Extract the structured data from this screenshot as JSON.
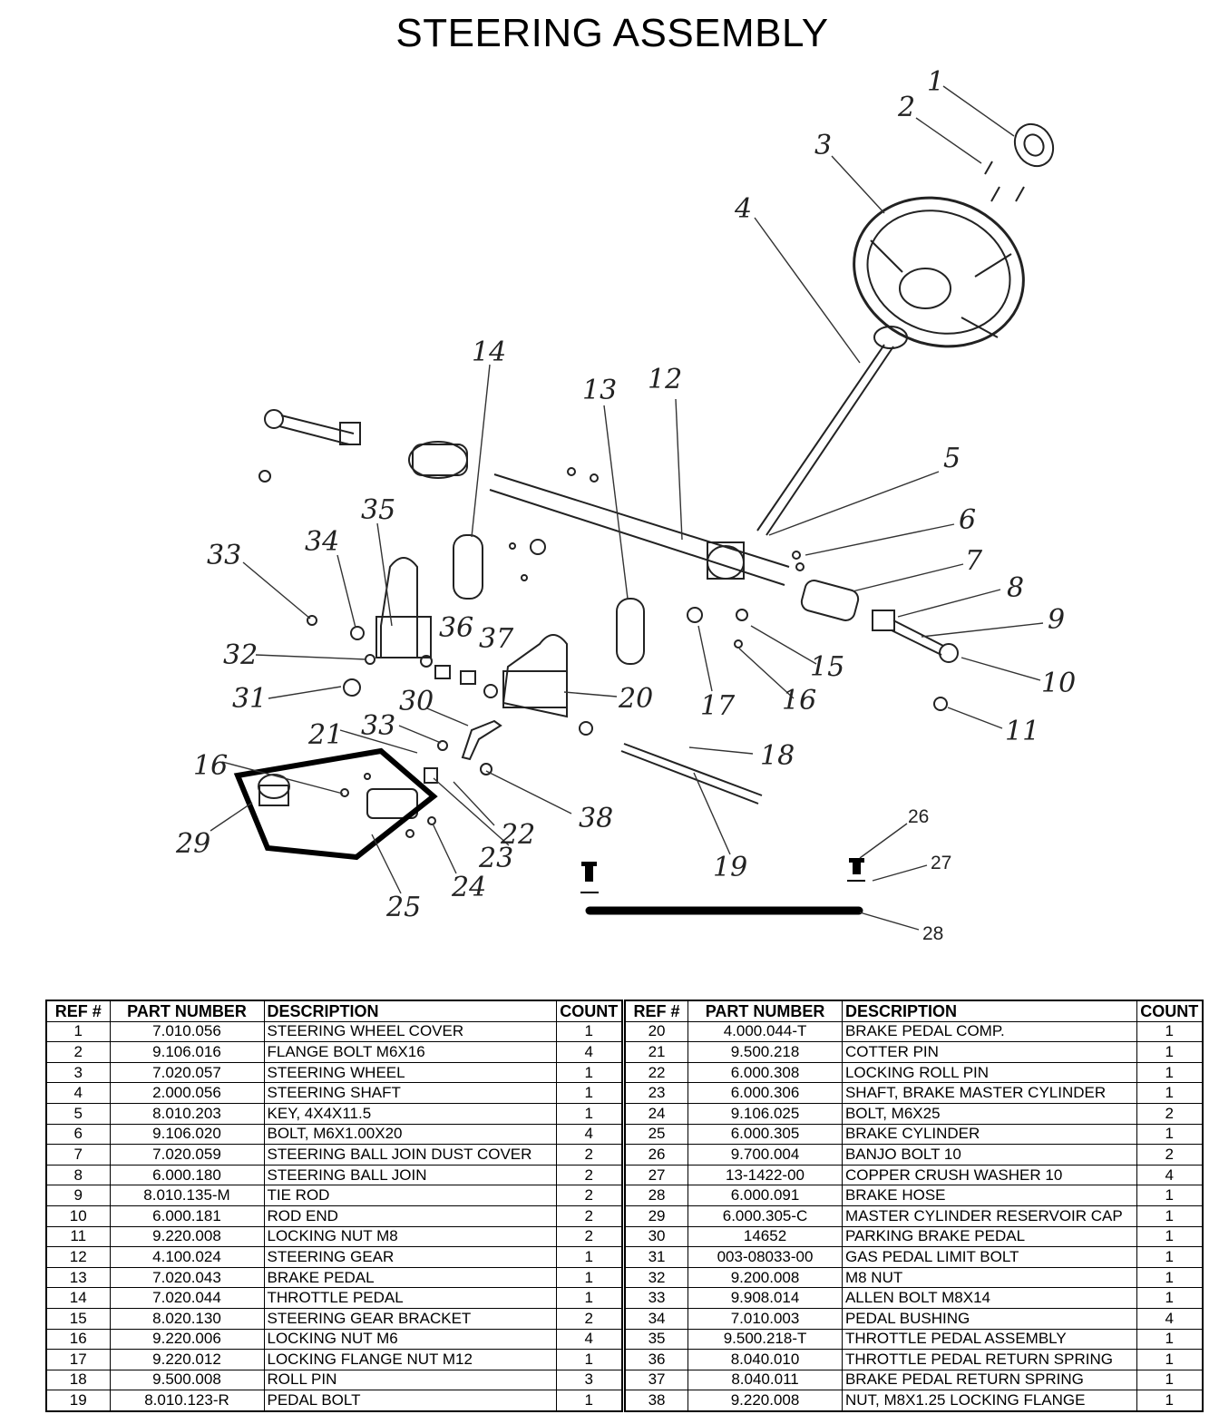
{
  "title": "STEERING ASSEMBLY",
  "diagram": {
    "callouts": [
      "1",
      "2",
      "3",
      "4",
      "5",
      "6",
      "7",
      "8",
      "9",
      "10",
      "11",
      "12",
      "13",
      "14",
      "15",
      "16",
      "17",
      "18",
      "19",
      "20",
      "21",
      "22",
      "23",
      "24",
      "25",
      "26",
      "27",
      "28",
      "29",
      "30",
      "31",
      "32",
      "33",
      "34",
      "35",
      "36",
      "37",
      "38",
      "16",
      "33"
    ]
  },
  "table": {
    "headers": {
      "ref": "REF #",
      "part": "PART NUMBER",
      "desc": "DESCRIPTION",
      "count": "COUNT"
    },
    "left": [
      {
        "ref": "1",
        "part": "7.010.056",
        "desc": "STEERING WHEEL COVER",
        "count": "1"
      },
      {
        "ref": "2",
        "part": "9.106.016",
        "desc": "FLANGE BOLT M6X16",
        "count": "4"
      },
      {
        "ref": "3",
        "part": "7.020.057",
        "desc": "STEERING WHEEL",
        "count": "1"
      },
      {
        "ref": "4",
        "part": "2.000.056",
        "desc": "STEERING SHAFT",
        "count": "1"
      },
      {
        "ref": "5",
        "part": "8.010.203",
        "desc": "KEY, 4X4X11.5",
        "count": "1"
      },
      {
        "ref": "6",
        "part": "9.106.020",
        "desc": "BOLT, M6X1.00X20",
        "count": "4"
      },
      {
        "ref": "7",
        "part": "7.020.059",
        "desc": "STEERING BALL JOIN DUST COVER",
        "count": "2"
      },
      {
        "ref": "8",
        "part": "6.000.180",
        "desc": "STEERING BALL JOIN",
        "count": "2"
      },
      {
        "ref": "9",
        "part": "8.010.135-M",
        "desc": "TIE ROD",
        "count": "2"
      },
      {
        "ref": "10",
        "part": "6.000.181",
        "desc": "ROD END",
        "count": "2"
      },
      {
        "ref": "11",
        "part": "9.220.008",
        "desc": "LOCKING NUT M8",
        "count": "2"
      },
      {
        "ref": "12",
        "part": "4.100.024",
        "desc": "STEERING GEAR",
        "count": "1"
      },
      {
        "ref": "13",
        "part": "7.020.043",
        "desc": "BRAKE PEDAL",
        "count": "1"
      },
      {
        "ref": "14",
        "part": "7.020.044",
        "desc": "THROTTLE PEDAL",
        "count": "1"
      },
      {
        "ref": "15",
        "part": "8.020.130",
        "desc": "STEERING GEAR BRACKET",
        "count": "2"
      },
      {
        "ref": "16",
        "part": "9.220.006",
        "desc": "LOCKING NUT M6",
        "count": "4"
      },
      {
        "ref": "17",
        "part": "9.220.012",
        "desc": "LOCKING FLANGE NUT M12",
        "count": "1"
      },
      {
        "ref": "18",
        "part": "9.500.008",
        "desc": "ROLL PIN",
        "count": "3"
      },
      {
        "ref": "19",
        "part": "8.010.123-R",
        "desc": "PEDAL BOLT",
        "count": "1"
      }
    ],
    "right": [
      {
        "ref": "20",
        "part": "4.000.044-T",
        "desc": "BRAKE PEDAL COMP.",
        "count": "1"
      },
      {
        "ref": "21",
        "part": "9.500.218",
        "desc": "COTTER PIN",
        "count": "1"
      },
      {
        "ref": "22",
        "part": "6.000.308",
        "desc": "LOCKING ROLL PIN",
        "count": "1"
      },
      {
        "ref": "23",
        "part": "6.000.306",
        "desc": "SHAFT, BRAKE MASTER CYLINDER",
        "count": "1"
      },
      {
        "ref": "24",
        "part": "9.106.025",
        "desc": "BOLT, M6X25",
        "count": "2"
      },
      {
        "ref": "25",
        "part": "6.000.305",
        "desc": "BRAKE CYLINDER",
        "count": "1"
      },
      {
        "ref": "26",
        "part": "9.700.004",
        "desc": "BANJO BOLT 10",
        "count": "2"
      },
      {
        "ref": "27",
        "part": "13-1422-00",
        "desc": "COPPER CRUSH WASHER 10",
        "count": "4"
      },
      {
        "ref": "28",
        "part": "6.000.091",
        "desc": "BRAKE HOSE",
        "count": "1"
      },
      {
        "ref": "29",
        "part": "6.000.305-C",
        "desc": "MASTER CYLINDER RESERVOIR CAP",
        "count": "1"
      },
      {
        "ref": "30",
        "part": "14652",
        "desc": "PARKING BRAKE PEDAL",
        "count": "1"
      },
      {
        "ref": "31",
        "part": "003-08033-00",
        "desc": "GAS PEDAL LIMIT BOLT",
        "count": "1"
      },
      {
        "ref": "32",
        "part": "9.200.008",
        "desc": "M8 NUT",
        "count": "1"
      },
      {
        "ref": "33",
        "part": "9.908.014",
        "desc": "ALLEN BOLT M8X14",
        "count": "1"
      },
      {
        "ref": "34",
        "part": "7.010.003",
        "desc": "PEDAL BUSHING",
        "count": "4"
      },
      {
        "ref": "35",
        "part": "9.500.218-T",
        "desc": "THROTTLE PEDAL ASSEMBLY",
        "count": "1"
      },
      {
        "ref": "36",
        "part": "8.040.010",
        "desc": "THROTTLE PEDAL RETURN SPRING",
        "count": "1"
      },
      {
        "ref": "37",
        "part": "8.040.011",
        "desc": "BRAKE PEDAL RETURN SPRING",
        "count": "1"
      },
      {
        "ref": "38",
        "part": "9.220.008",
        "desc": "NUT, M8X1.25 LOCKING FLANGE",
        "count": "1"
      }
    ]
  }
}
